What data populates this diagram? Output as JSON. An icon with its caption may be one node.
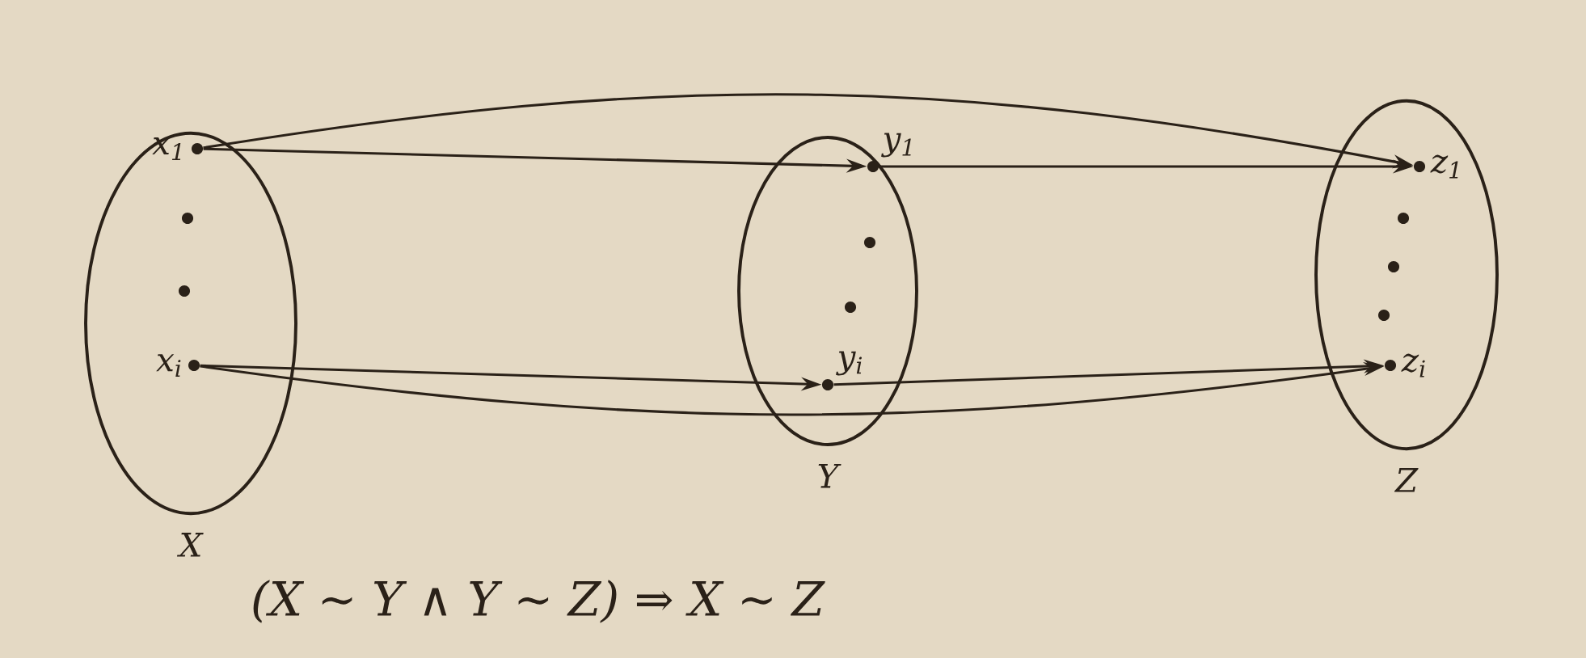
{
  "diagram": {
    "nodes": [
      {
        "text": [
          "X"
        ]
      },
      {
        "text": [
          "x$_{1}$"
        ],
        "in": 0
      },
      {
        "text": [
          "x$_{i}$"
        ],
        "in": 0
      },
      {
        "text": [
          "Y"
        ]
      },
      {
        "text": [
          "y$_{1}$"
        ],
        "in": 3
      },
      {
        "text": [
          "y$_{i}$"
        ],
        "in": 3
      },
      {
        "text": [
          "Z"
        ]
      },
      {
        "text": [
          "z$_{1}$"
        ],
        "in": 6
      },
      {
        "text": [
          "z$_{i}$"
        ],
        "in": 6
      }
    ],
    "edges": [
      {
        "from": 1,
        "to": 7,
        "arrow": "to"
      },
      {
        "from": 1,
        "to": 4,
        "arrow": "to"
      },
      {
        "from": 4,
        "to": 7,
        "arrow": "to"
      },
      {
        "from": 2,
        "to": 5,
        "arrow": "to"
      },
      {
        "from": 5,
        "to": 8,
        "arrow": "to"
      },
      {
        "from": 2,
        "to": 8,
        "arrow": "to"
      }
    ],
    "labels": [
      "(X ~ Y ∧ Y ~ Z) ⇒ X ~ Z"
    ]
  }
}
